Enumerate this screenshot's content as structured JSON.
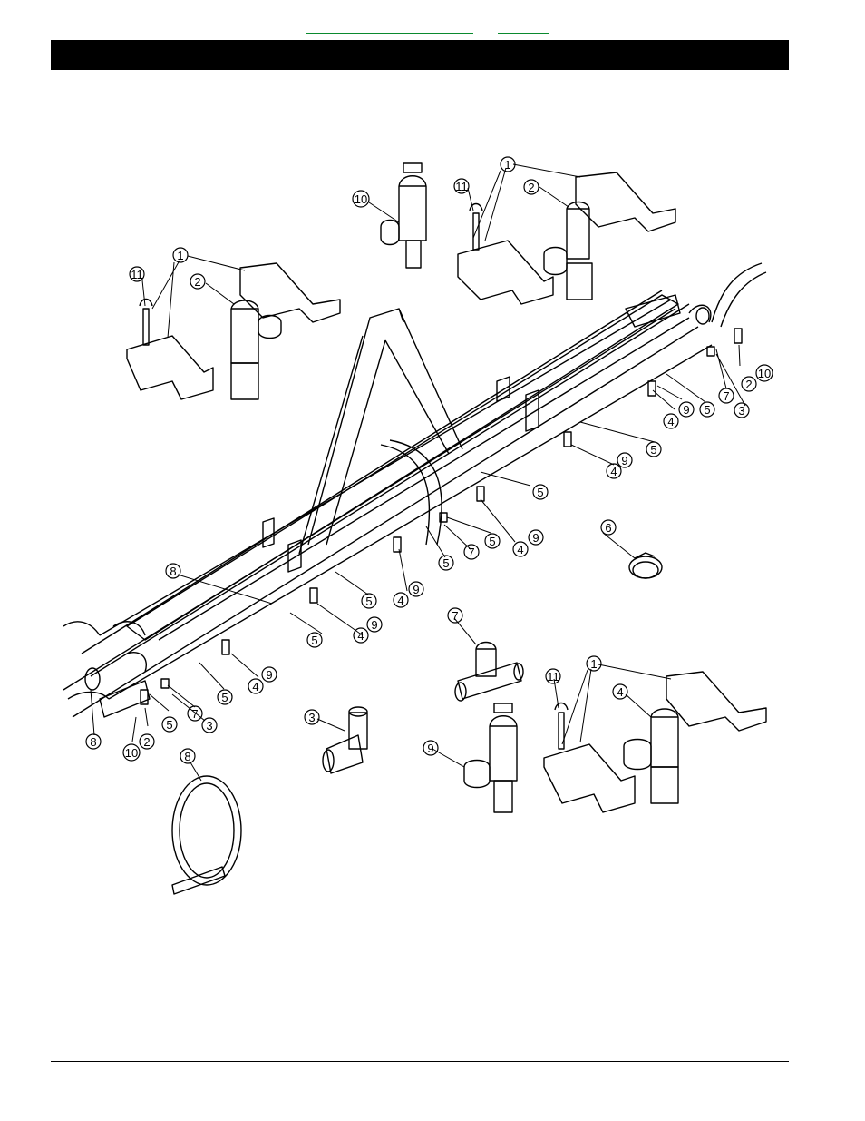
{
  "header": {
    "links": [
      {
        "name": "link-1",
        "color": "#0a8a2e"
      },
      {
        "name": "link-2",
        "color": "#0a8a2e"
      }
    ],
    "title_bar_color": "#000000"
  },
  "diagram": {
    "callouts": [
      "1",
      "2",
      "3",
      "4",
      "5",
      "6",
      "7",
      "8",
      "9",
      "10",
      "11"
    ],
    "labels": {
      "n1": "1",
      "n2": "2",
      "n3": "3",
      "n4": "4",
      "n5": "5",
      "n6": "6",
      "n7": "7",
      "n8": "8",
      "n9": "9",
      "n10": "10",
      "n11": "11"
    }
  }
}
